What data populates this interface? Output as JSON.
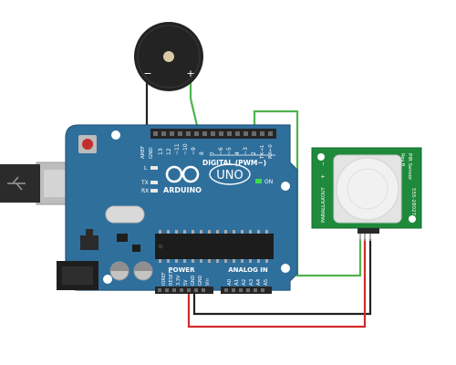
{
  "board": {
    "brand": "ARDUINO",
    "model": "UNO",
    "digital_header_label": "DIGITAL (PWM~)",
    "power_header_label": "POWER",
    "analog_header_label": "ANALOG IN",
    "on_label": "ON",
    "l_label": "L",
    "tx_label": "TX",
    "rx_label": "RX",
    "aref_label": "AREF",
    "gnd_label": "GND",
    "digital_pins": [
      "13",
      "12",
      "~11",
      "~10",
      "~9",
      "8",
      "7",
      "~6",
      "~5",
      "4",
      "~3",
      "2",
      "TX→1",
      "RX←0"
    ],
    "power_pins": [
      "IOREF",
      "RESET",
      "3.3V",
      "5V",
      "GND",
      "GND",
      "Vin"
    ],
    "analog_pins": [
      "A0",
      "A1",
      "A2",
      "A3",
      "A4",
      "A5"
    ]
  },
  "buzzer": {
    "minus_label": "−",
    "plus_label": "+"
  },
  "pir_sensor": {
    "title": "PIR Sensor",
    "rev": "Rev B",
    "part_no": "555-28027",
    "brand": "PARALLAX",
    "pin_labels": [
      "−",
      "+",
      "OUT"
    ]
  },
  "colors": {
    "board": "#2f6f9c",
    "board_edge": "#24587e",
    "header": "#262626",
    "wire_black": "#222222",
    "wire_red": "#d12b2b",
    "wire_green": "#4fb34a",
    "sensor_pcb": "#1f8a3c",
    "lens": "#f1f1f1"
  }
}
